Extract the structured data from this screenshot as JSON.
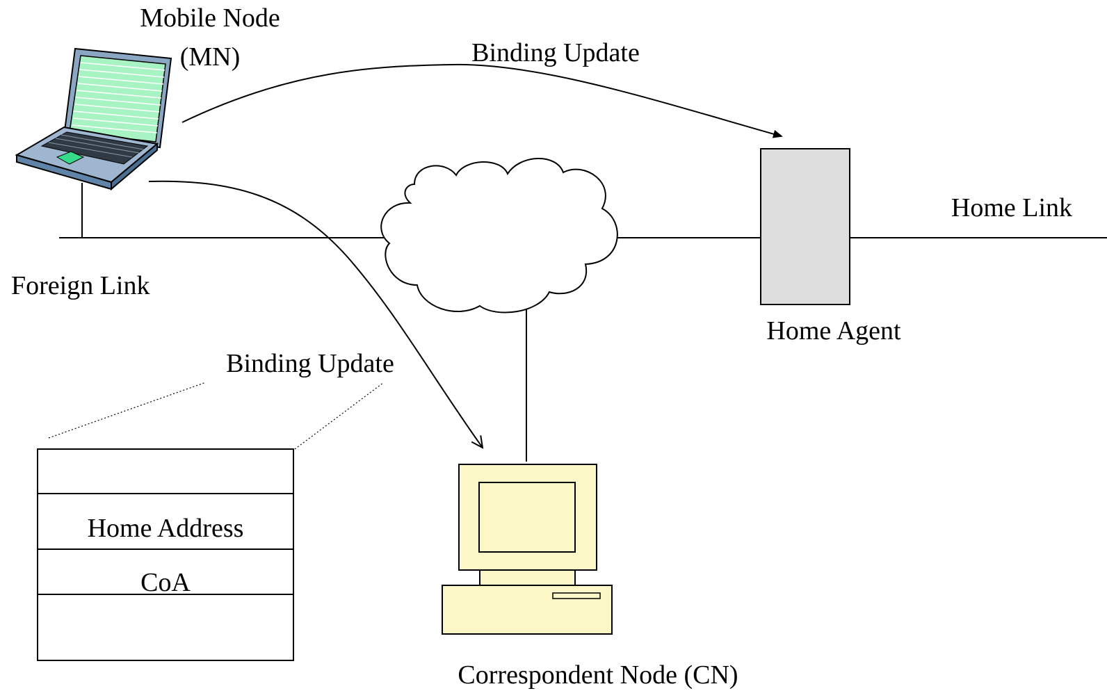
{
  "labels": {
    "mobile_node_line1": "Mobile Node",
    "mobile_node_line2": "(MN)",
    "binding_update_top": "Binding Update",
    "home_link": "Home Link",
    "foreign_link": "Foreign Link",
    "home_agent": "Home Agent",
    "binding_update_lower": "Binding Update",
    "correspondent_node": "Correspondent Node (CN)"
  },
  "packet_fields": [
    "",
    "Home Address",
    "CoA",
    ""
  ],
  "icons": {
    "mobile_node": "laptop-icon",
    "internet": "cloud-icon",
    "home_agent": "server-box-icon",
    "correspondent": "desktop-computer-icon"
  },
  "colors": {
    "home_agent_fill": "#dddddd",
    "computer_fill": "#fbf7c6",
    "screen_fill": "#a7f3c3",
    "touchpad": "#37d98a",
    "laptop_body": "#5f84a8"
  }
}
